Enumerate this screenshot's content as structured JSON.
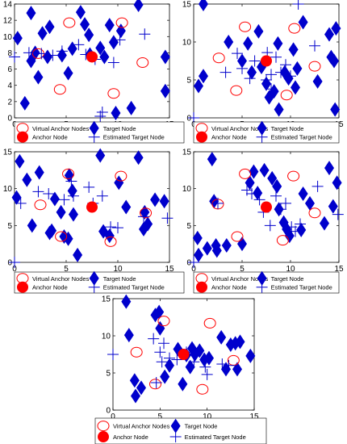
{
  "figure": {
    "panels": 5
  },
  "legend_labels": {
    "virtual": "Virtual Anchor Nodes",
    "target": "Target Node",
    "anchor": "Anchor Node",
    "estimated": "Estimated Target Node"
  },
  "colors": {
    "virtual": "#ff0000",
    "anchor": "#ff0000",
    "target": "#0000cc",
    "estimated": "#0000cc"
  },
  "chart_data": [
    {
      "type": "scatter",
      "xlim": [
        0,
        15
      ],
      "ylim": [
        0,
        14
      ],
      "xticks": [
        0,
        5,
        10,
        15
      ],
      "yticks": [
        0,
        2,
        4,
        6,
        8,
        10,
        12,
        14
      ],
      "anchor": [
        [
          7.5,
          7.5
        ]
      ],
      "virtual": [
        [
          2.3,
          7.9
        ],
        [
          4.4,
          3.5
        ],
        [
          5.3,
          11.7
        ],
        [
          9.6,
          3.0
        ],
        [
          10.4,
          11.7
        ],
        [
          12.4,
          6.8
        ]
      ],
      "targets": [
        [
          0.3,
          9.8
        ],
        [
          1.0,
          1.8
        ],
        [
          1.6,
          12.9
        ],
        [
          1.6,
          7.0
        ],
        [
          2.0,
          8.0
        ],
        [
          2.3,
          5.0
        ],
        [
          2.7,
          10.4
        ],
        [
          3.2,
          7.5
        ],
        [
          3.4,
          11.2
        ],
        [
          4.6,
          7.7
        ],
        [
          5.2,
          5.5
        ],
        [
          5.6,
          8.5
        ],
        [
          6.4,
          13.0
        ],
        [
          6.8,
          11.5
        ],
        [
          7.2,
          10.2
        ],
        [
          7.3,
          7.8
        ],
        [
          8.3,
          8.6
        ],
        [
          8.7,
          7.5
        ],
        [
          9.2,
          11.4
        ],
        [
          9.6,
          9.3
        ],
        [
          9.8,
          0.6
        ],
        [
          10.3,
          10.7
        ],
        [
          11.3,
          1.2
        ],
        [
          12.0,
          13.9
        ],
        [
          14.6,
          7.5
        ],
        [
          14.6,
          3.3
        ]
      ],
      "estimated": [
        [
          0.0,
          7.5
        ],
        [
          1.4,
          8.0
        ],
        [
          2.6,
          7.9
        ],
        [
          3.1,
          7.5
        ],
        [
          3.7,
          7.7
        ],
        [
          4.6,
          8.2
        ],
        [
          6.2,
          9.0
        ],
        [
          6.9,
          7.8
        ],
        [
          7.8,
          7.2
        ],
        [
          8.3,
          0.2
        ],
        [
          8.5,
          0.7
        ],
        [
          9.6,
          6.8
        ],
        [
          10.2,
          9.6
        ],
        [
          12.6,
          10.3
        ]
      ]
    },
    {
      "type": "scatter",
      "xlim": [
        0,
        15
      ],
      "ylim": [
        0,
        15
      ],
      "xticks": [
        0,
        5,
        10,
        15
      ],
      "yticks": [
        0,
        5,
        10,
        15
      ],
      "anchor": [
        [
          7.5,
          7.5
        ]
      ],
      "virtual": [
        [
          2.6,
          7.9
        ],
        [
          4.4,
          3.6
        ],
        [
          5.3,
          12.0
        ],
        [
          9.6,
          3.0
        ],
        [
          10.4,
          11.8
        ],
        [
          12.5,
          6.8
        ]
      ],
      "targets": [
        [
          0.5,
          4.2
        ],
        [
          1.0,
          15.0
        ],
        [
          1.0,
          5.5
        ],
        [
          3.6,
          10.0
        ],
        [
          5.0,
          7.5
        ],
        [
          5.6,
          9.8
        ],
        [
          6.0,
          6.0
        ],
        [
          6.7,
          11.4
        ],
        [
          7.0,
          6.7
        ],
        [
          7.5,
          4.5
        ],
        [
          7.8,
          2.7
        ],
        [
          8.3,
          3.5
        ],
        [
          8.7,
          9.8
        ],
        [
          8.8,
          1.1
        ],
        [
          9.4,
          6.0
        ],
        [
          9.8,
          5.2
        ],
        [
          10.3,
          9.0
        ],
        [
          10.7,
          6.5
        ],
        [
          10.5,
          4.0
        ],
        [
          12.8,
          4.8
        ],
        [
          14.0,
          11.0
        ],
        [
          14.2,
          8.0
        ],
        [
          14.5,
          7.5
        ],
        [
          14.7,
          11.8
        ],
        [
          14.6,
          1.1
        ],
        [
          11.3,
          12.6
        ]
      ],
      "estimated": [
        [
          0.0,
          0.0
        ],
        [
          3.3,
          6.0
        ],
        [
          4.5,
          8.5
        ],
        [
          5.0,
          6.5
        ],
        [
          6.3,
          7.5
        ],
        [
          7.5,
          5.0
        ],
        [
          7.6,
          8.6
        ],
        [
          8.0,
          5.7
        ],
        [
          8.5,
          8.0
        ],
        [
          9.0,
          6.0
        ],
        [
          9.5,
          7.0
        ],
        [
          10.0,
          5.5
        ],
        [
          10.8,
          15.0
        ],
        [
          12.5,
          9.5
        ],
        [
          8.0,
          3.8
        ],
        [
          5.8,
          5.2
        ]
      ]
    },
    {
      "type": "scatter",
      "xlim": [
        0,
        15
      ],
      "ylim": [
        0,
        15
      ],
      "xticks": [
        0,
        5,
        10,
        15
      ],
      "yticks": [
        0,
        5,
        10,
        15
      ],
      "anchor": [
        [
          7.5,
          7.5
        ]
      ],
      "virtual": [
        [
          2.5,
          7.8
        ],
        [
          4.5,
          3.5
        ],
        [
          5.2,
          12.0
        ],
        [
          9.3,
          2.8
        ],
        [
          10.3,
          11.7
        ],
        [
          12.7,
          6.7
        ]
      ],
      "targets": [
        [
          0.2,
          8.8
        ],
        [
          0.5,
          13.7
        ],
        [
          1.2,
          11.2
        ],
        [
          1.7,
          5.0
        ],
        [
          2.4,
          12.2
        ],
        [
          3.4,
          4.0
        ],
        [
          3.9,
          8.6
        ],
        [
          4.5,
          6.8
        ],
        [
          4.8,
          3.5
        ],
        [
          5.3,
          11.8
        ],
        [
          5.6,
          9.7
        ],
        [
          5.7,
          6.5
        ],
        [
          6.1,
          1.0
        ],
        [
          8.3,
          14.5
        ],
        [
          8.6,
          4.2
        ],
        [
          9.2,
          3.6
        ],
        [
          10.1,
          10.8
        ],
        [
          10.8,
          7.5
        ],
        [
          12.0,
          14.2
        ],
        [
          12.5,
          4.5
        ],
        [
          12.6,
          6.8
        ],
        [
          12.9,
          5.2
        ],
        [
          13.6,
          8.5
        ],
        [
          14.5,
          8.3
        ],
        [
          3.6,
          4.3
        ],
        [
          5.2,
          3.2
        ]
      ],
      "estimated": [
        [
          0.0,
          0.0
        ],
        [
          0.6,
          8.0
        ],
        [
          2.3,
          9.6
        ],
        [
          3.3,
          9.3
        ],
        [
          4.8,
          8.5
        ],
        [
          5.7,
          9.0
        ],
        [
          7.2,
          10.2
        ],
        [
          7.6,
          8.0
        ],
        [
          8.5,
          9.0
        ],
        [
          9.3,
          4.8
        ],
        [
          10.0,
          4.7
        ],
        [
          12.5,
          6.2
        ],
        [
          14.8,
          6.0
        ],
        [
          5.5,
          11.0
        ]
      ]
    },
    {
      "type": "scatter",
      "xlim": [
        0,
        15
      ],
      "ylim": [
        0,
        15
      ],
      "xticks": [
        0,
        5,
        10,
        15
      ],
      "yticks": [
        0,
        5,
        10,
        15
      ],
      "anchor": [
        [
          7.5,
          7.5
        ]
      ],
      "virtual": [
        [
          2.5,
          7.9
        ],
        [
          4.5,
          3.5
        ],
        [
          5.3,
          12.0
        ],
        [
          9.2,
          3.0
        ],
        [
          10.3,
          11.7
        ],
        [
          12.5,
          6.7
        ]
      ],
      "targets": [
        [
          0.4,
          3.3
        ],
        [
          0.5,
          1.0
        ],
        [
          1.4,
          1.9
        ],
        [
          1.9,
          14.0
        ],
        [
          2.1,
          8.3
        ],
        [
          2.3,
          2.3
        ],
        [
          2.4,
          1.6
        ],
        [
          3.4,
          2.3
        ],
        [
          5.0,
          2.5
        ],
        [
          5.8,
          10.8
        ],
        [
          6.2,
          12.3
        ],
        [
          6.6,
          9.4
        ],
        [
          7.3,
          12.5
        ],
        [
          8.1,
          11.4
        ],
        [
          8.6,
          10.3
        ],
        [
          8.8,
          7.2
        ],
        [
          9.3,
          5.4
        ],
        [
          9.6,
          4.5
        ],
        [
          9.9,
          3.6
        ],
        [
          11.1,
          4.4
        ],
        [
          11.3,
          9.3
        ],
        [
          12.0,
          8.0
        ],
        [
          13.5,
          5.3
        ],
        [
          14.0,
          12.8
        ],
        [
          14.4,
          7.6
        ],
        [
          14.8,
          10.8
        ]
      ],
      "estimated": [
        [
          0.0,
          0.0
        ],
        [
          5.5,
          9.8
        ],
        [
          6.0,
          9.3
        ],
        [
          6.8,
          8.5
        ],
        [
          7.2,
          6.8
        ],
        [
          7.9,
          5.0
        ],
        [
          8.5,
          9.0
        ],
        [
          9.0,
          7.2
        ],
        [
          9.5,
          8.0
        ],
        [
          10.1,
          4.8
        ],
        [
          10.5,
          4.2
        ],
        [
          11.0,
          5.2
        ],
        [
          12.8,
          10.3
        ],
        [
          14.9,
          6.5
        ],
        [
          2.5,
          8.0
        ]
      ]
    },
    {
      "type": "scatter",
      "xlim": [
        0,
        15
      ],
      "ylim": [
        0,
        15
      ],
      "xticks": [
        0,
        5,
        10,
        15
      ],
      "yticks": [
        0,
        5,
        10,
        15
      ],
      "anchor": [
        [
          7.5,
          7.5
        ]
      ],
      "virtual": [
        [
          2.5,
          7.8
        ],
        [
          4.5,
          3.5
        ],
        [
          5.4,
          12.0
        ],
        [
          9.5,
          2.8
        ],
        [
          10.3,
          11.7
        ],
        [
          12.8,
          6.7
        ]
      ],
      "targets": [
        [
          1.4,
          14.6
        ],
        [
          1.7,
          10.1
        ],
        [
          2.3,
          4.0
        ],
        [
          2.4,
          1.9
        ],
        [
          3.0,
          3.0
        ],
        [
          4.5,
          12.8
        ],
        [
          4.9,
          13.2
        ],
        [
          5.0,
          11.0
        ],
        [
          5.5,
          4.5
        ],
        [
          6.0,
          6.0
        ],
        [
          6.9,
          8.2
        ],
        [
          7.4,
          3.5
        ],
        [
          7.8,
          7.4
        ],
        [
          8.2,
          5.8
        ],
        [
          8.4,
          8.3
        ],
        [
          8.7,
          7.5
        ],
        [
          9.2,
          8.0
        ],
        [
          9.7,
          6.8
        ],
        [
          10.2,
          7.0
        ],
        [
          11.5,
          9.8
        ],
        [
          12.0,
          5.5
        ],
        [
          12.5,
          8.8
        ],
        [
          13.2,
          5.5
        ],
        [
          13.5,
          9.2
        ],
        [
          14.6,
          7.3
        ],
        [
          13.0,
          9.0
        ]
      ],
      "estimated": [
        [
          0.0,
          7.5
        ],
        [
          4.3,
          9.6
        ],
        [
          5.0,
          7.8
        ],
        [
          5.2,
          6.5
        ],
        [
          5.4,
          9.0
        ],
        [
          6.0,
          7.0
        ],
        [
          6.8,
          6.8
        ],
        [
          7.8,
          7.8
        ],
        [
          8.6,
          6.5
        ],
        [
          9.8,
          5.8
        ],
        [
          10.0,
          4.8
        ],
        [
          11.6,
          6.2
        ],
        [
          12.3,
          6.0
        ],
        [
          4.6,
          3.7
        ]
      ]
    }
  ]
}
